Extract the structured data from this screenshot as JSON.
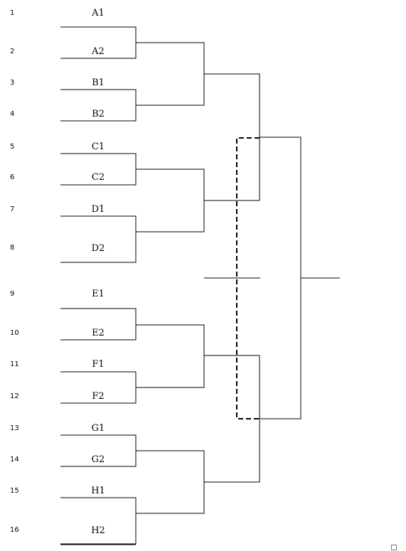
{
  "bracket": {
    "seeds": [
      "1",
      "2",
      "3",
      "4",
      "5",
      "6",
      "7",
      "8",
      "9",
      "10",
      "11",
      "12",
      "13",
      "14",
      "15",
      "16"
    ],
    "teams": [
      "A1",
      "A2",
      "B1",
      "B2",
      "C1",
      "C2",
      "D1",
      "D2",
      "E1",
      "E2",
      "F1",
      "F2",
      "G1",
      "G2",
      "H1",
      "H2"
    ]
  },
  "colors": {
    "line": "#000000",
    "background": "#ffffff"
  }
}
